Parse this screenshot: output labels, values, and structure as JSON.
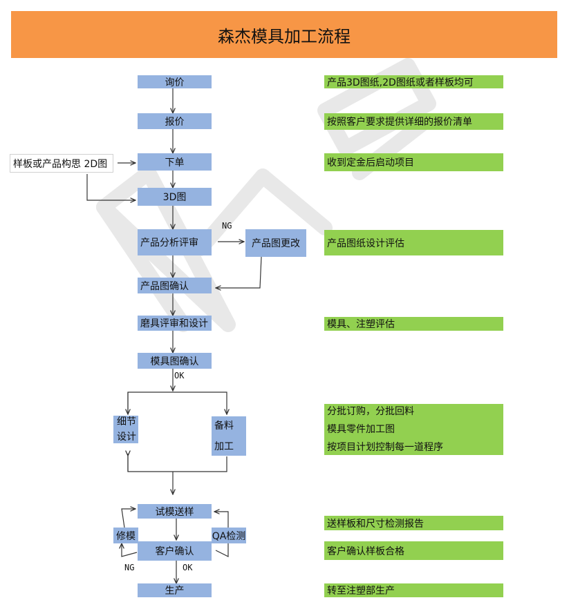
{
  "colors": {
    "header": "#f79646",
    "box": "#95b3e0",
    "note": "#92d050",
    "watermark": "#e6e6e6",
    "line": "#333333"
  },
  "title": "森杰模具加工流程",
  "steps": {
    "inquiry": "询价",
    "quote": "报价",
    "order": "下单",
    "sample": "样板或产品构思 2D图",
    "drawing3d": "3D图",
    "analysis": "产品分析评审",
    "change": "产品图更改",
    "confirm": "产品图确认",
    "mold_review": "磨具评审和设计",
    "mold_confirm": "模具图确认",
    "detail_1": "细节",
    "detail_2": "设计",
    "material_1": "备料",
    "material_2": "加工",
    "trial": "试模送样",
    "repair": "修模",
    "qa": "QA检测",
    "customer": "客户确认",
    "production": "生产"
  },
  "labels": {
    "ng1": "NG",
    "ok1": "OK",
    "ng2": "NG",
    "ok2": "OK"
  },
  "notes": {
    "n1": "产品3D图纸,2D图纸或者样板均可",
    "n2": "按照客户要求提供详细的报价清单",
    "n3": "收到定金后启动项目",
    "n4": "产品图纸设计评估",
    "n5": "模具、注塑评估",
    "n6a": "分批订购，分批回料",
    "n6b": "模具零件加工图",
    "n6c": "按项目计划控制每一道程序",
    "n7": "送样板和尺寸检测报告",
    "n8": "客户确认样板合格",
    "n9": "转至注塑部生产"
  },
  "watermark_icon": "wps-logo-icon"
}
